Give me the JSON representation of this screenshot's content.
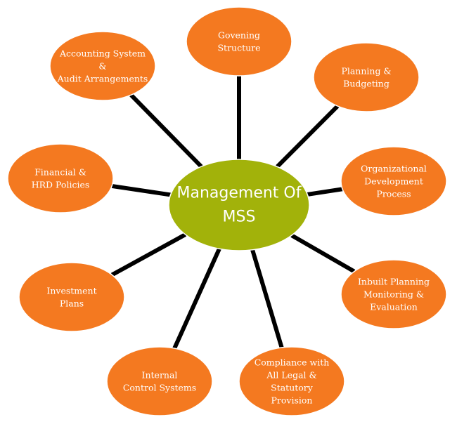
{
  "colors": {
    "node_fill": "#f47920",
    "hub_fill": "#a2b20a",
    "connector": "#000000",
    "text": "#ffffff"
  },
  "hub": {
    "lines": [
      "Management Of",
      "MSS"
    ]
  },
  "nodes": [
    {
      "id": "govening-structure",
      "lines": [
        "Govening",
        "Structure"
      ]
    },
    {
      "id": "planning-budgeting",
      "lines": [
        "Planning &",
        "Budgeting"
      ]
    },
    {
      "id": "organizational-development-process",
      "lines": [
        "Organizational",
        "Development",
        "Process"
      ]
    },
    {
      "id": "inbuilt-planning-monitoring-evaluation",
      "lines": [
        "Inbuilt Planning",
        "Monitoring &",
        "Evaluation"
      ]
    },
    {
      "id": "compliance-legal-statutory-provision",
      "lines": [
        "Compliance with",
        "All Legal &",
        "Statutory",
        "Provision"
      ]
    },
    {
      "id": "internal-control-systems",
      "lines": [
        "Internal",
        "Control Systems"
      ]
    },
    {
      "id": "investment-plans",
      "lines": [
        "Investment",
        "Plans"
      ]
    },
    {
      "id": "financial-hrd-policies",
      "lines": [
        "Financial &",
        "HRD Policies"
      ]
    },
    {
      "id": "accounting-system-audit-arrangements",
      "lines": [
        "Accounting System",
        "&",
        "Audit Arrangements"
      ]
    }
  ]
}
